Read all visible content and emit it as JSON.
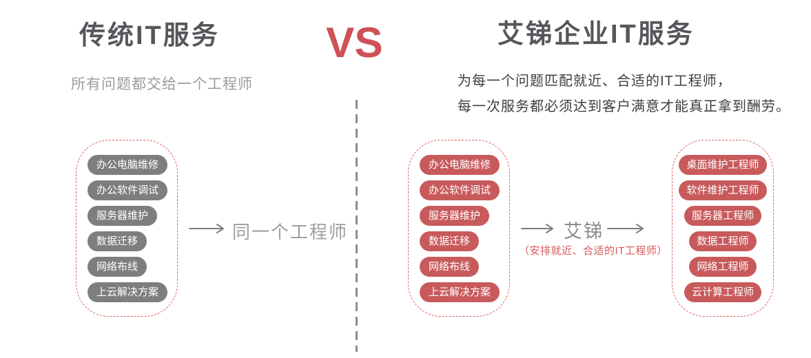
{
  "vs_label": "VS",
  "left_section": {
    "title": "传统IT服务",
    "subtitle": "所有问题都交给一个工程师",
    "services": [
      "办公电脑维修",
      "办公软件调试",
      "服务器维护",
      "数据迁移",
      "网络布线",
      "上云解决方案"
    ],
    "result_label": "同一个工程师"
  },
  "right_section": {
    "title": "艾锑企业IT服务",
    "desc_line1": "为每一个问题匹配就近、合适的IT工程师，",
    "desc_line2": "每一次服务都必须达到客户满意才能真正拿到酬劳。",
    "services": [
      "办公电脑维修",
      "办公软件调试",
      "服务器维护",
      "数据迁移",
      "网络布线",
      "上云解决方案"
    ],
    "broker_label": "艾锑",
    "broker_note": "（安排就近、合适的IT工程师）",
    "engineers": [
      "桌面维护工程师",
      "软件维护工程师",
      "服务器工程师",
      "数据工程师",
      "网络工程师",
      "云计算工程师"
    ]
  },
  "colors": {
    "accent_red": "#cf5156",
    "pill_red": "#c85a5c",
    "pill_gray": "#7e7e7e",
    "dashed_border_red": "#e05e5e",
    "title_gray": "#55575b",
    "note_red": "#d8575b"
  }
}
